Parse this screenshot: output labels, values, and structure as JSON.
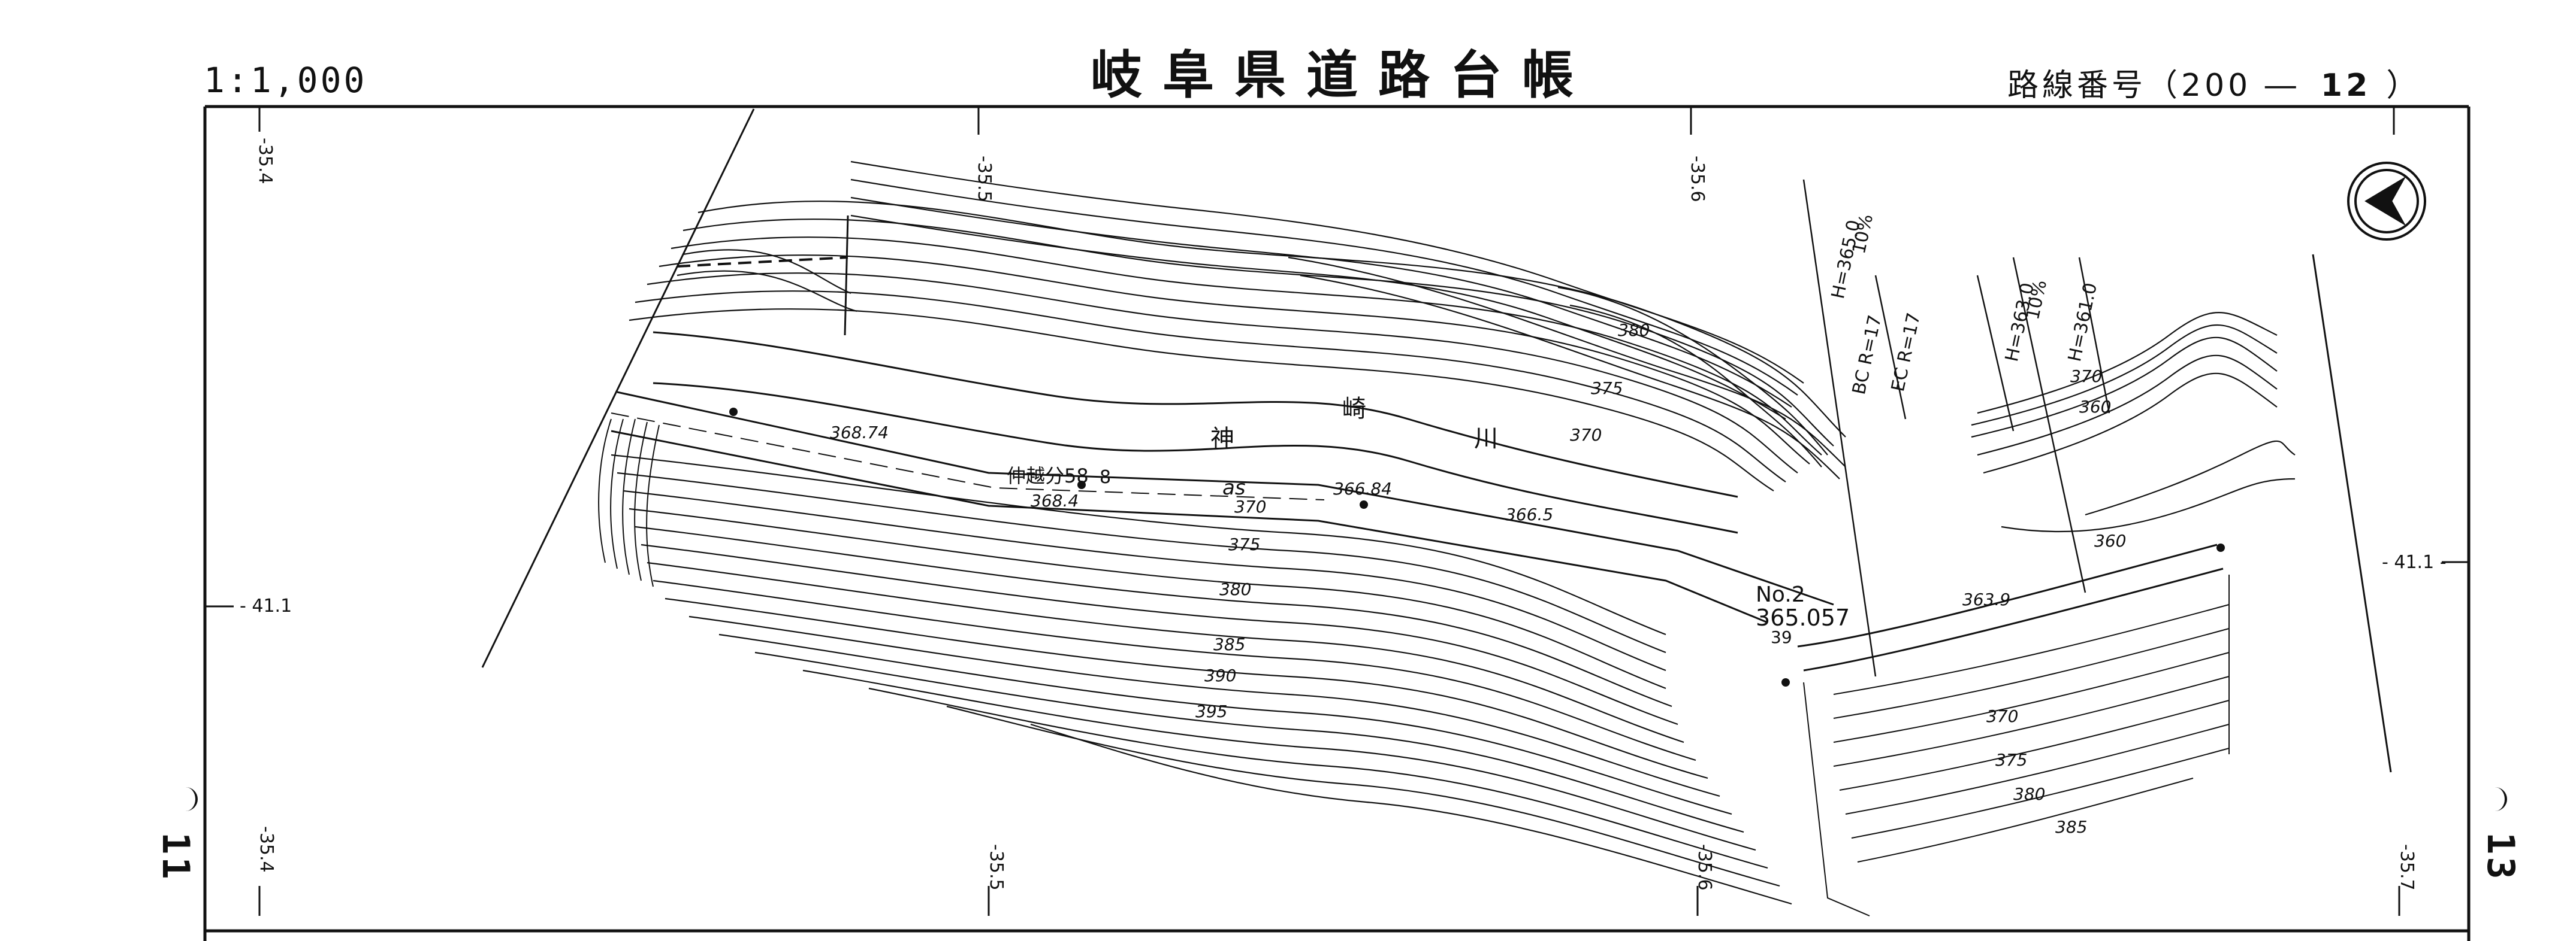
{
  "header": {
    "scale": "1:1,000",
    "title": "岐阜県道路台帳",
    "route_label": "路線番号（200 ―",
    "route_number": "12",
    "route_close": "）"
  },
  "grid_ticks": {
    "top": [
      "-35.4",
      "-35.5",
      "-35.6"
    ],
    "bottom": [
      "-35.4",
      "-35.5",
      "-35.6",
      "-35.7"
    ],
    "left": "- 41.1",
    "right": "- 41.1 -"
  },
  "sheet_neighbors": {
    "left": "11",
    "right": "13"
  },
  "map_labels": {
    "river_name": [
      "神",
      "崎",
      "川"
    ],
    "contours": [
      "380",
      "375",
      "370",
      "370",
      "375",
      "380",
      "385",
      "390",
      "395",
      "370",
      "360",
      "360",
      "370",
      "375",
      "380",
      "385"
    ],
    "spot_elevations": [
      "368.74",
      "368.4",
      "366.84",
      "366.5",
      "363.9"
    ],
    "boundary_marker": "仲越分58",
    "boundary_number": "8",
    "road_mark": "as",
    "station_no": "No.2",
    "station_elev": "365.057",
    "station_sub": "39",
    "curve_labels": [
      "H=365.0",
      "10%",
      "BC R=17",
      "EC R=17",
      "H=363.0",
      "10%",
      "H=361.0"
    ]
  },
  "colors": {
    "ink": "#111111",
    "paper": "#ffffff"
  },
  "icons": {
    "north_arrow": "north-arrow-icon"
  }
}
